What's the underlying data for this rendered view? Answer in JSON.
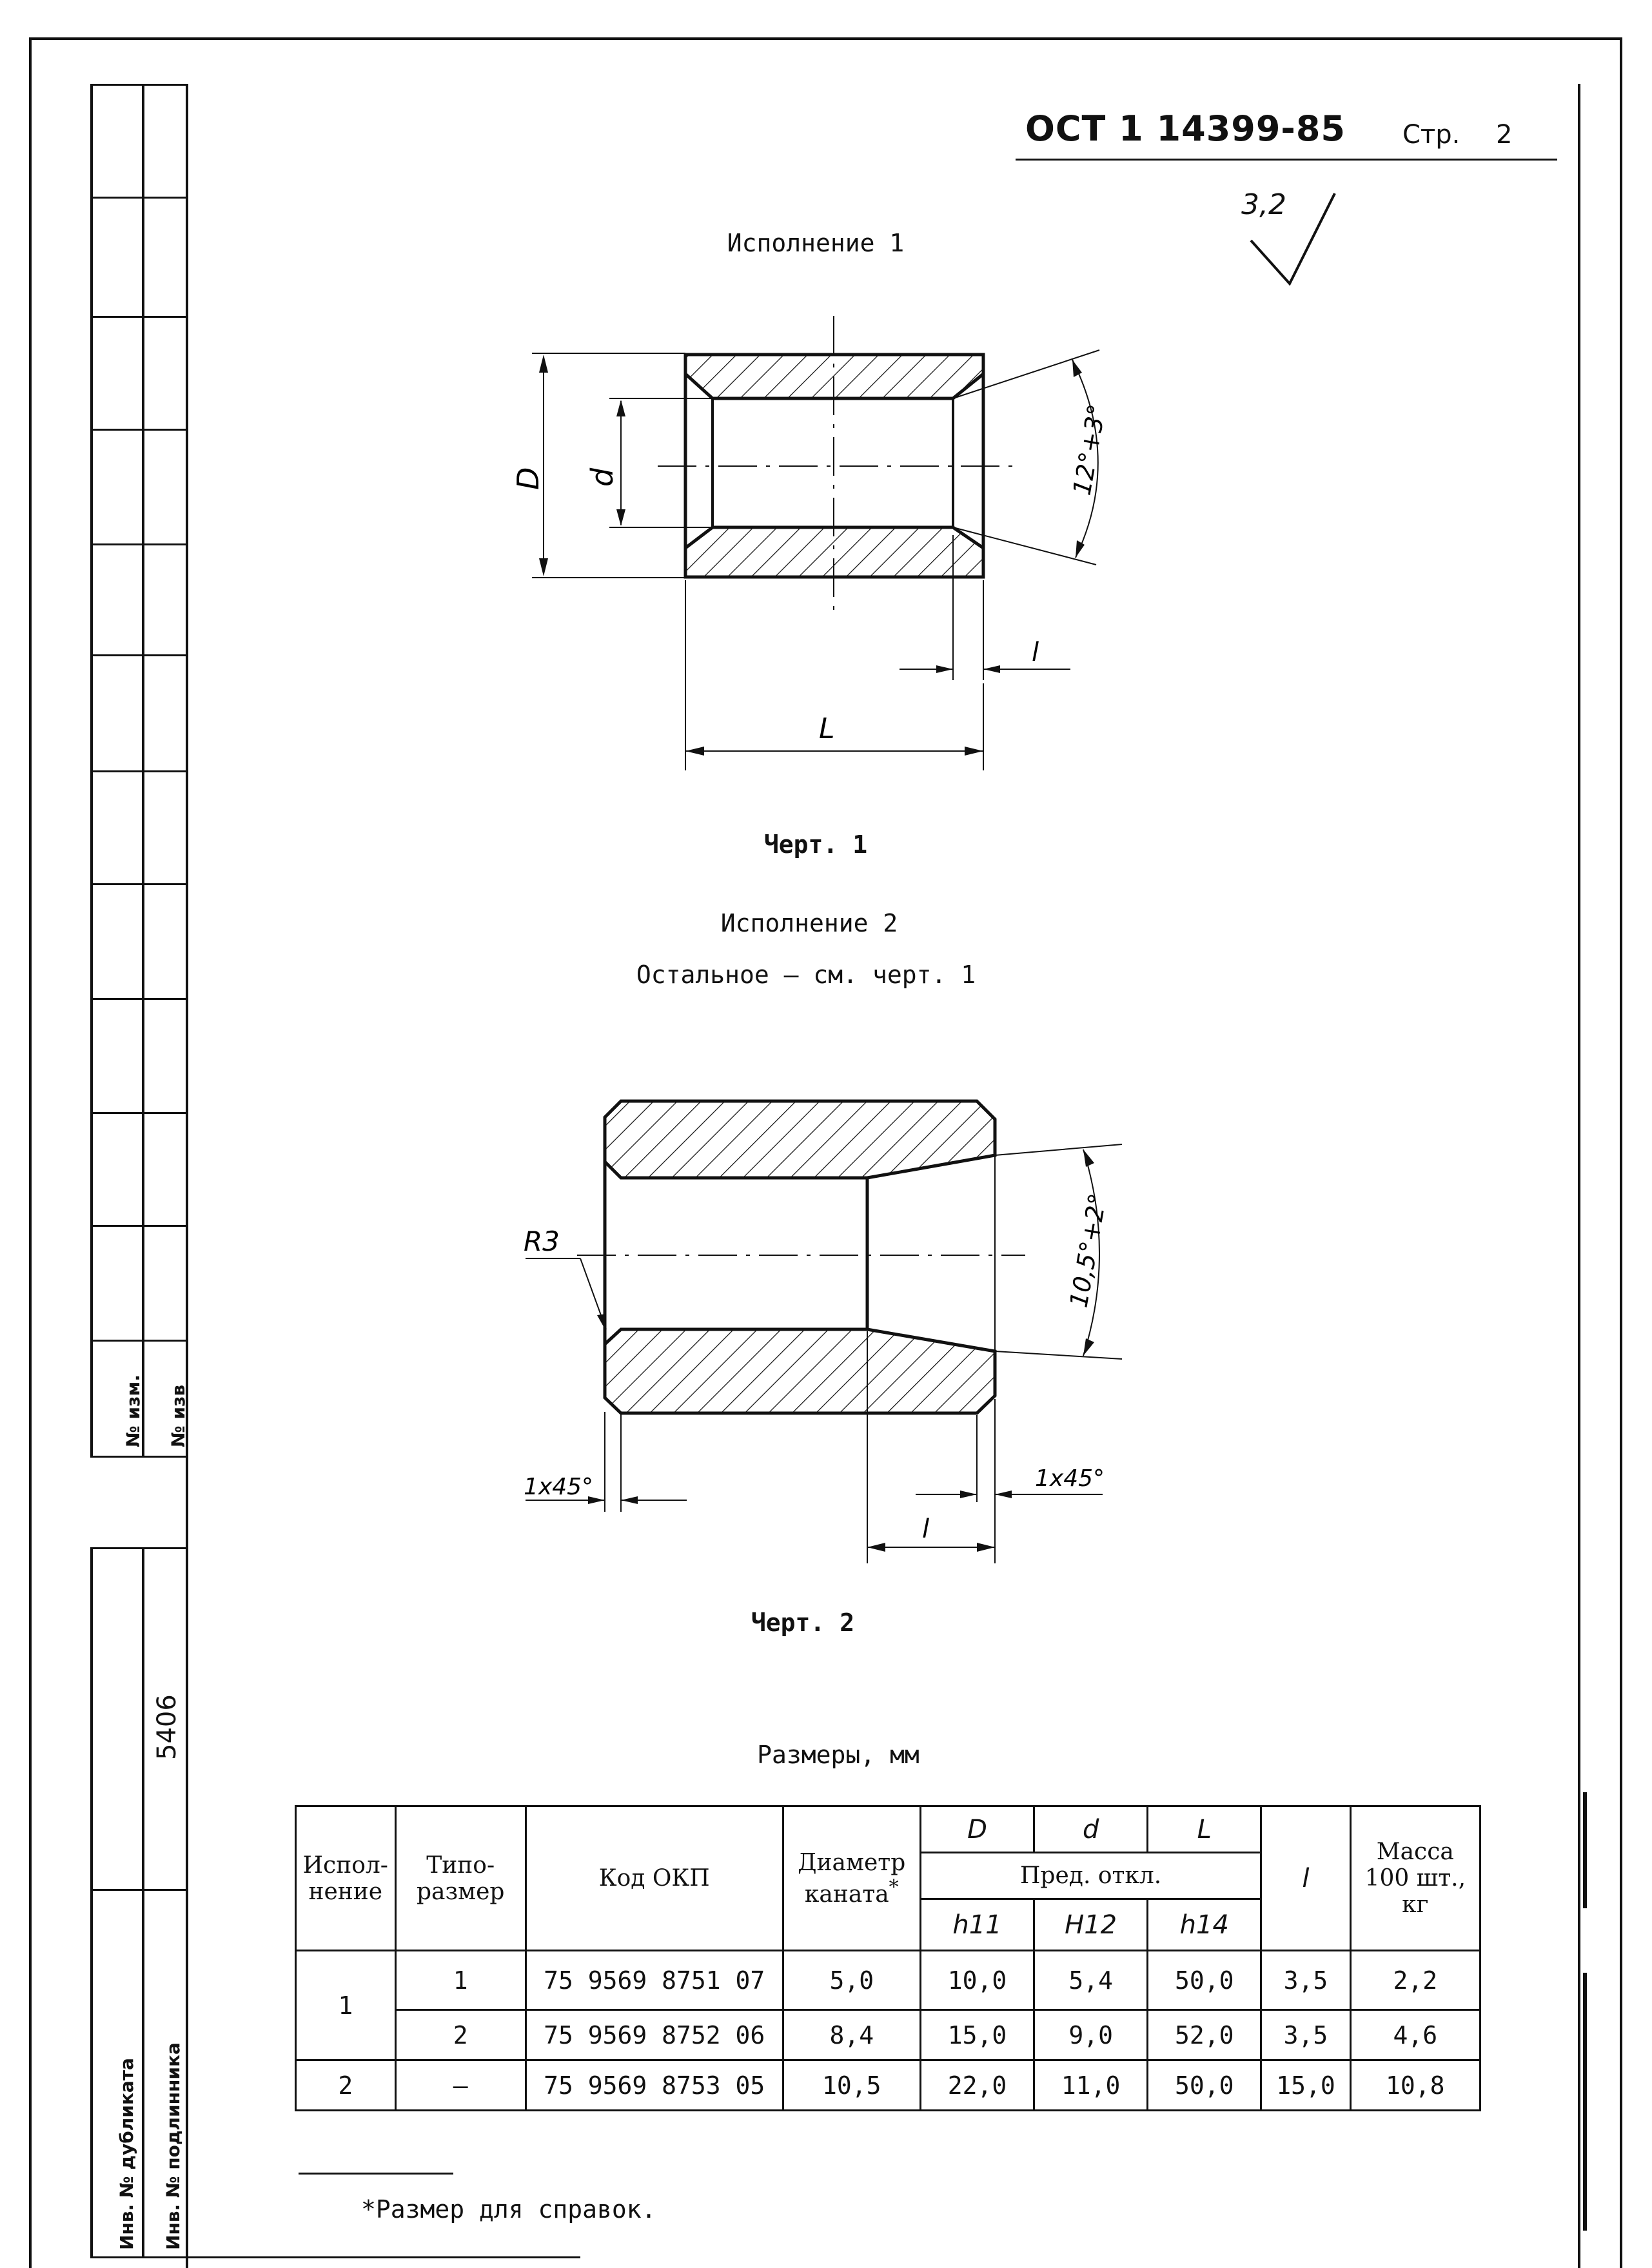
{
  "header": {
    "standard": "ОСТ 1 14399-85",
    "page_label": "Стр.",
    "page_number": "2"
  },
  "roughness": "3,2",
  "variant1": {
    "title": "Исполнение 1",
    "caption": "Черт. 1",
    "labels": {
      "outer_diameter": "D",
      "inner_diameter": "d",
      "angle": "12°+3°",
      "length_small": "l",
      "length": "L"
    }
  },
  "variant2": {
    "title": "Исполнение 2",
    "note": "Остальное – см. черт. 1",
    "caption": "Черт. 2",
    "labels": {
      "radius": "R3",
      "angle": "10,5°+2°",
      "chamfer_left": "1x45°",
      "chamfer_right": "1x45°",
      "length_small": "l"
    }
  },
  "table_title": "Размеры, мм",
  "table": {
    "headers": {
      "variant": "Испол-нение",
      "size": "Типо-размер",
      "okp": "Код ОКП",
      "diameter": "Диаметр каната",
      "diameter_mark": "*",
      "D": "D",
      "d": "d",
      "L": "L",
      "tolerance": "Пред. откл.",
      "h11": "h11",
      "H12": "H12",
      "h14": "h14",
      "l": "l",
      "mass": "Масса 100 шт., кг"
    },
    "rows": [
      {
        "variant": "1",
        "size": "1",
        "okp": "75 9569 8751 07",
        "diameter": "5,0",
        "D": "10,0",
        "d": "5,4",
        "L": "50,0",
        "l": "3,5",
        "mass": "2,2"
      },
      {
        "variant": "",
        "size": "2",
        "okp": "75 9569 8752 06",
        "diameter": "8,4",
        "D": "15,0",
        "d": "9,0",
        "L": "52,0",
        "l": "3,5",
        "mass": "4,6"
      },
      {
        "variant": "2",
        "size": "–",
        "okp": "75 9569 8753 05",
        "diameter": "10,5",
        "D": "22,0",
        "d": "11,0",
        "L": "50,0",
        "l": "15,0",
        "mass": "10,8"
      }
    ]
  },
  "footnote": "*Размер для справок.",
  "sidebar": {
    "change_no": "№ изм.",
    "notice_no": "№ изв",
    "duplicate_inv": "Инв. № дубликата",
    "original_inv": "Инв. № подлинника",
    "original_inv_value": "5406"
  }
}
